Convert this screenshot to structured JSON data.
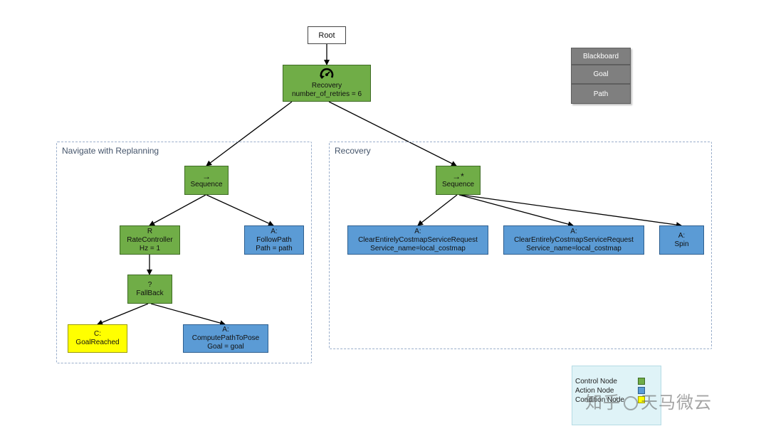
{
  "colors": {
    "control": "#70ad47",
    "action": "#5b9bd5",
    "condition": "#ffff00",
    "blackboard": "#7f7f7f",
    "group_border": "#9aaecb"
  },
  "root": {
    "label": "Root"
  },
  "recovery_root": {
    "icon": "recovery-cycle-icon",
    "label": "Recovery",
    "param": "number_of_retries = 6"
  },
  "groups": {
    "navigate": {
      "title": "Navigate with Replanning"
    },
    "recovery": {
      "title": "Recovery"
    }
  },
  "nav_sequence": {
    "symbol": "→",
    "label": "Sequence"
  },
  "rate_controller": {
    "symbol": "R",
    "label": "RateController",
    "param": "Hz = 1"
  },
  "follow_path": {
    "prefix": "A:",
    "label": "FollowPath",
    "param": "Path = path"
  },
  "fallback": {
    "symbol": "?",
    "label": "FallBack"
  },
  "goal_reached": {
    "prefix": "C:",
    "label": "GoalReached"
  },
  "compute_path": {
    "prefix": "A:",
    "label": "ComputePathToPose",
    "param": "Goal = goal"
  },
  "rec_sequence": {
    "symbol": "→*",
    "label": "Sequence"
  },
  "clear_costmap_1": {
    "prefix": "A:",
    "label": "ClearEntirelyCostmapServiceRequest",
    "param": "Service_name=local_costmap"
  },
  "clear_costmap_2": {
    "prefix": "A:",
    "label": "ClearEntirelyCostmapServiceRequest",
    "param": "Service_name=local_costmap"
  },
  "spin": {
    "prefix": "A:",
    "label": "Spin"
  },
  "blackboard": {
    "items": [
      "Blackboard",
      "Goal",
      "Path"
    ]
  },
  "legend": {
    "items": [
      "Control Node",
      "Action Node",
      "Condition Node"
    ]
  },
  "watermark": {
    "text_left": "知乎",
    "text_right": "天马微云"
  }
}
